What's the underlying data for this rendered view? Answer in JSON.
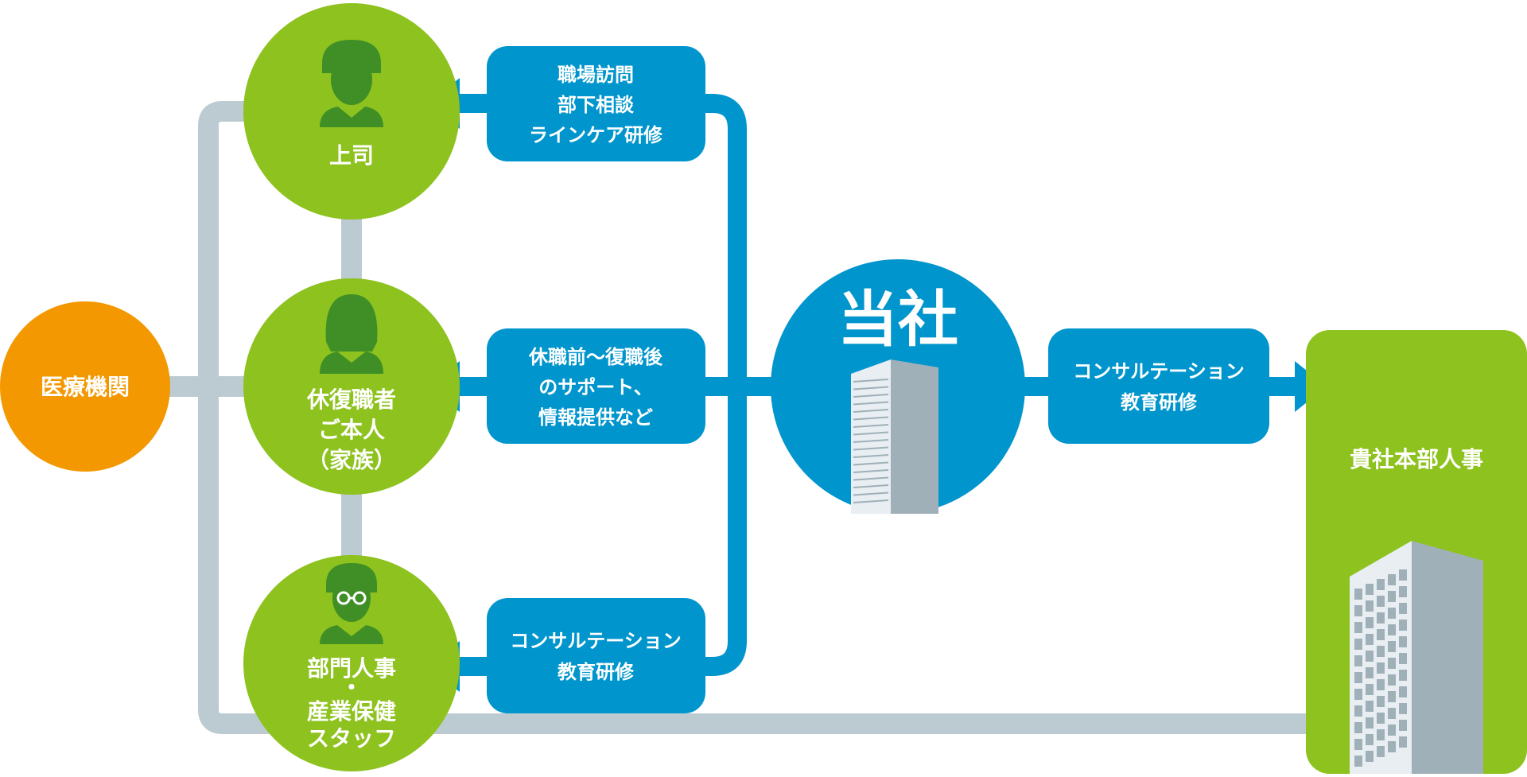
{
  "colors": {
    "green": "#8DC21F",
    "blue": "#0095CC",
    "orange": "#F39800",
    "gray_line": "#BCCBD2",
    "icon_green": "#3F8F26",
    "building_light": "#E8EEF1",
    "building_dark": "#9FB0B9"
  },
  "nodes": {
    "medical": {
      "label": "医療機関"
    },
    "boss": {
      "label": "上司",
      "icon": "male-person-icon"
    },
    "person": {
      "lines": [
        "休復職者",
        "ご本人",
        "（家族）"
      ],
      "icon": "female-person-icon"
    },
    "hr_dept": {
      "lines": [
        "部門人事",
        "・",
        "産業保健",
        "スタッフ"
      ],
      "icon": "male-person-glasses-icon"
    },
    "company": {
      "label": "当社",
      "icon": "office-building-icon"
    },
    "client_hq": {
      "label": "貴社本部人事",
      "icon": "office-building-icon"
    }
  },
  "services": {
    "to_boss": {
      "lines": [
        "職場訪問",
        "部下相談",
        "ラインケア研修"
      ]
    },
    "to_person": {
      "lines": [
        "休職前～復職後",
        "のサポート、",
        "情報提供など"
      ]
    },
    "to_hr": {
      "lines": [
        "コンサルテーション",
        "教育研修"
      ]
    },
    "to_client": {
      "lines": [
        "コンサルテーション",
        "教育研修"
      ]
    }
  }
}
